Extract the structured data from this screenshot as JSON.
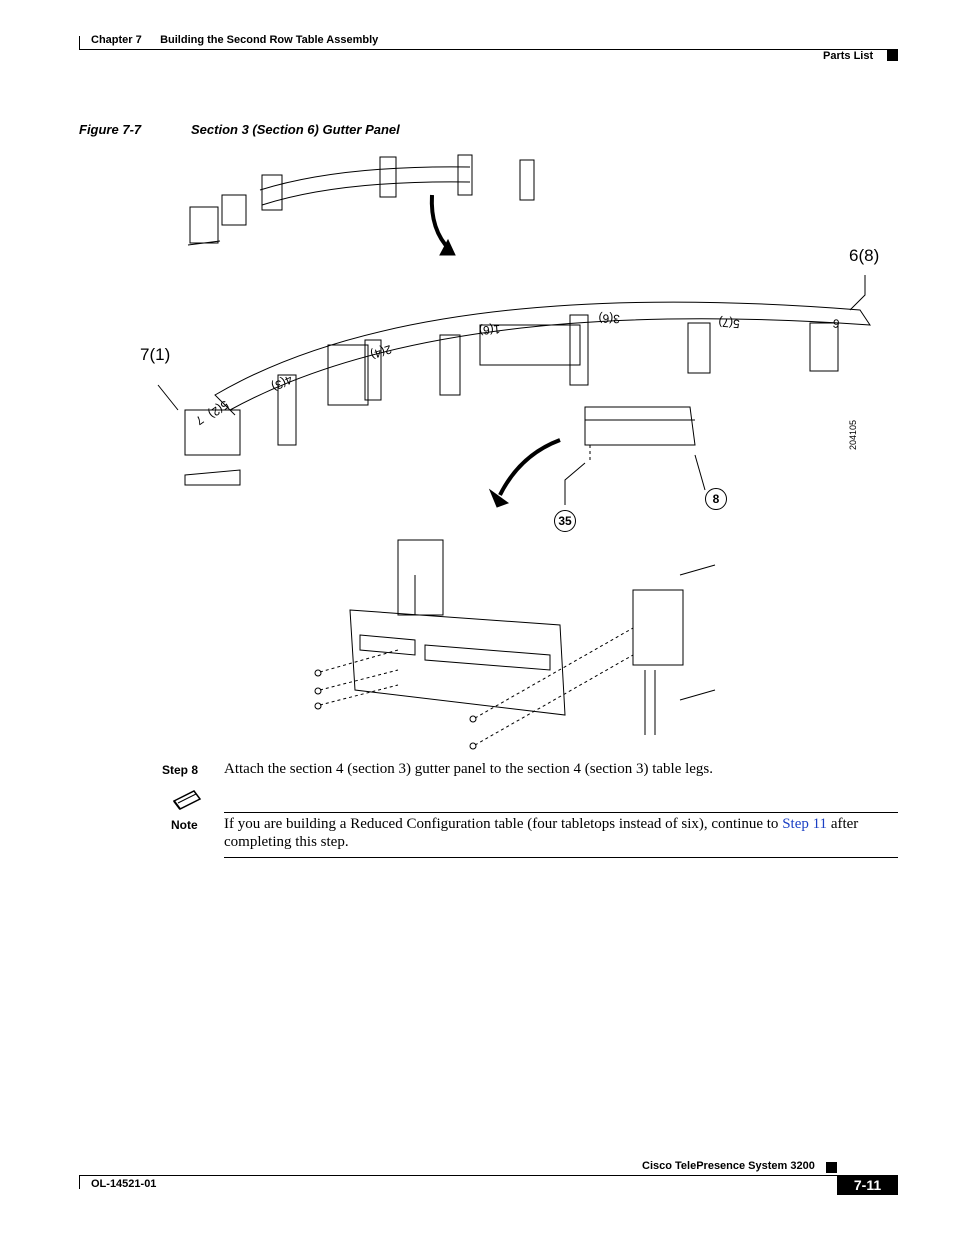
{
  "header": {
    "chapter": "Chapter 7      Building the Second Row Table Assembly",
    "section": "Parts List"
  },
  "figure": {
    "number": "Figure 7-7",
    "title": "Section 3 (Section 6) Gutter Panel",
    "callouts": {
      "c1": "6(8)",
      "c2": "7(1)",
      "c3": "8",
      "c4": "35"
    },
    "figure_id": "204105",
    "segment_labels": [
      "1(6)",
      "2(4)",
      "3(6)",
      "4(3)",
      "5(7)",
      "5(2)",
      "7",
      "6"
    ]
  },
  "step": {
    "label": "Step 8",
    "text": "Attach the section 4 (section 3) gutter panel to the section 4 (section 3) table legs."
  },
  "note": {
    "label": "Note",
    "text_before": "If you are building a Reduced Configuration table (four tabletops instead of six), continue to ",
    "link": "Step 11",
    "text_after": " after completing this step."
  },
  "footer": {
    "product": "Cisco TelePresence System 3200",
    "doc_id": "OL-14521-01",
    "page": "7-11"
  }
}
